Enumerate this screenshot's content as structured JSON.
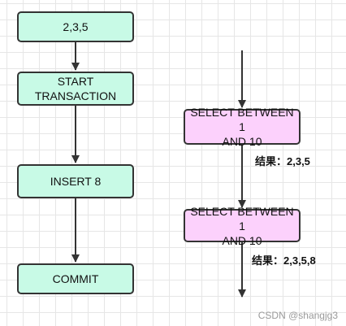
{
  "nodes": {
    "values": "2,3,5",
    "start_line1": "START",
    "start_line2": "TRANSACTION",
    "insert": "INSERT 8",
    "commit": "COMMIT",
    "select1_line1": "SELECT BETWEEN 1",
    "select1_line2": "AND 10",
    "select2_line1": "SELECT BETWEEN 1",
    "select2_line2": "AND 10"
  },
  "labels": {
    "result1": "结果：2,3,5",
    "result2": "结果：2,3,5,8"
  },
  "watermark": "CSDN @shangjg3",
  "colors": {
    "left_fill": "#c8fae6",
    "right_fill": "#fcd1fc",
    "stroke": "#333333"
  }
}
